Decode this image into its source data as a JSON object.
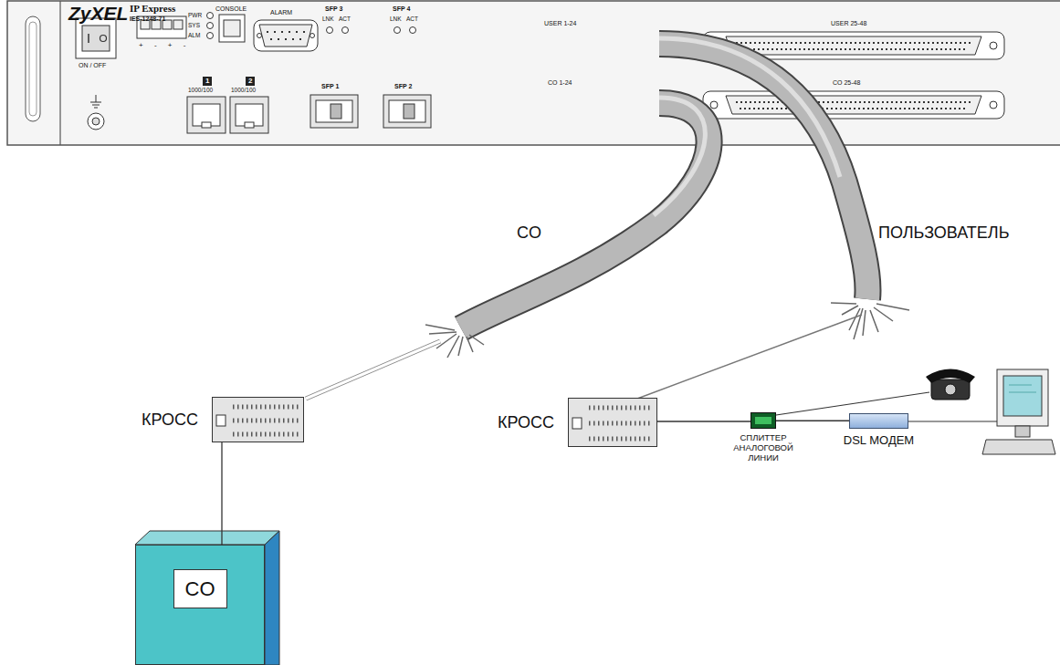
{
  "diagram": {
    "nodes": [
      {
        "text": [
          "КРОСС"
        ]
      },
      {
        "text": [
          "КРОСС"
        ]
      },
      {
        "text": [
          "СПЛИТТЕР АНАЛОГОВОЙ ЛИНИИ"
        ]
      },
      {
        "text": [
          "DSL МОДЕМ"
        ]
      },
      {
        "text": [
          "CO"
        ]
      }
    ],
    "edges": [
      {
        "from": 0,
        "to": 4,
        "arrow": "none"
      },
      {
        "from": 1,
        "to": 2,
        "arrow": "none"
      },
      {
        "from": 2,
        "to": 3,
        "arrow": "none"
      }
    ],
    "labels": [
      "ZyXEL",
      "IP Express",
      "IES-1248-71",
      "PWR",
      "SYS",
      "ALM",
      "+ - + -",
      "ON / OFF",
      "CONSOLE",
      "ALARM",
      "SFP 3",
      "LNK",
      "ACT",
      "SFP 4",
      "LNK",
      "ACT",
      "1",
      "1000/100",
      "2",
      "1000/100",
      "SFP 1",
      "SFP 2",
      "USER 1-24",
      "USER 25-48",
      "CO 1-24",
      "CO 25-48",
      "CO",
      "ПОЛЬЗОВАТЕЛЬ"
    ]
  }
}
